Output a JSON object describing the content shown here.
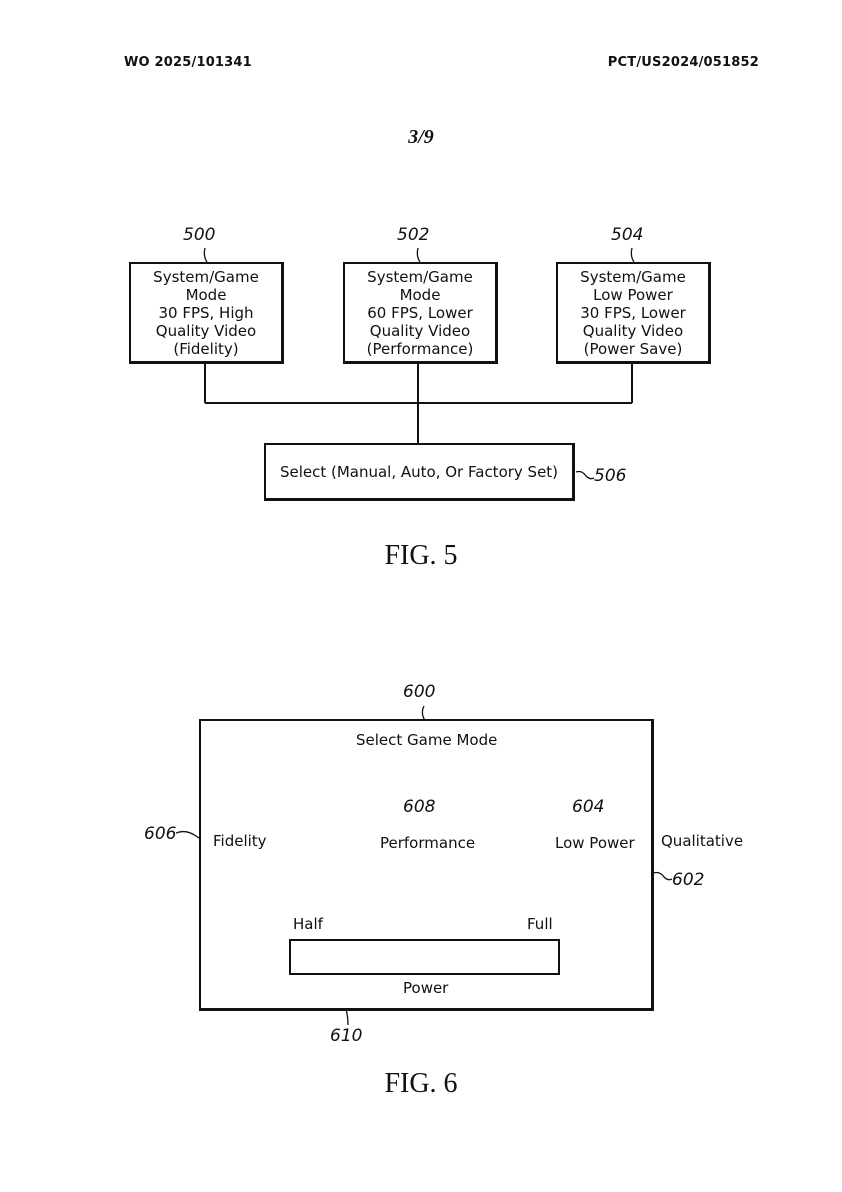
{
  "header": {
    "pub_number": "WO 2025/101341",
    "app_number": "PCT/US2024/051852",
    "sheet": "3/9"
  },
  "fig5": {
    "caption": "FIG. 5",
    "modes": [
      {
        "ref": "500",
        "lines": [
          "System/Game",
          "Mode",
          "30 FPS, High",
          "Quality Video",
          "(Fidelity)"
        ]
      },
      {
        "ref": "502",
        "lines": [
          "System/Game",
          "Mode",
          "60 FPS, Lower",
          "Quality Video",
          "(Performance)"
        ]
      },
      {
        "ref": "504",
        "lines": [
          "System/Game",
          "Low Power",
          "30 FPS, Lower",
          "Quality Video",
          "(Power Save)"
        ]
      }
    ],
    "select": {
      "ref": "506",
      "label": "Select (Manual, Auto, Or Factory Set)"
    }
  },
  "fig6": {
    "caption": "FIG. 6",
    "screen_ref": "602",
    "title_ref": "600",
    "title": "Select Game Mode",
    "options": [
      {
        "ref": "606",
        "label": "Fidelity"
      },
      {
        "ref": "608",
        "label": "Performance"
      },
      {
        "ref": "604",
        "label": "Low Power"
      }
    ],
    "qualitative_label": "Qualitative",
    "power_bar": {
      "min_label": "Half",
      "max_label": "Full",
      "axis_label": "Power",
      "indicator_ref": "610"
    }
  }
}
